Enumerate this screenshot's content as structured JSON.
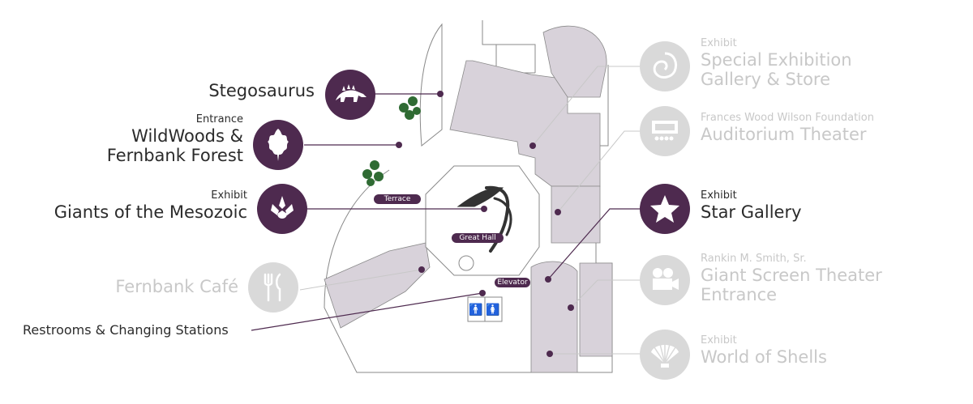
{
  "colors": {
    "accent": "#4e2a4f",
    "building": "#d8d2da",
    "faded": "#c8c8c8",
    "icon_bg_gray": "#d9d9d9",
    "tree": "#2f6b33"
  },
  "labels": {
    "stegosaurus": {
      "title": "Stegosaurus",
      "icon": "stegosaurus-icon"
    },
    "wildwoods": {
      "kicker": "Entrance",
      "title_line1": "WildWoods &",
      "title_line2": "Fernbank Forest",
      "icon": "oak-leaf-icon"
    },
    "giants": {
      "kicker": "Exhibit",
      "title": "Giants of the Mesozoic",
      "icon": "dinosaur-footprint-icon"
    },
    "cafe": {
      "title": "Fernbank Café",
      "icon": "fork-knife-icon"
    },
    "restrooms": {
      "title": "Restrooms & Changing Stations"
    },
    "special": {
      "kicker": "Exhibit",
      "title_line1": "Special Exhibition",
      "title_line2": "Gallery & Store",
      "icon": "nautilus-shell-icon"
    },
    "auditorium": {
      "kicker": "Frances Wood Wilson Foundation",
      "title": "Auditorium Theater",
      "icon": "theater-stage-icon"
    },
    "star": {
      "kicker": "Exhibit",
      "title": "Star Gallery",
      "icon": "star-icon"
    },
    "giant_screen": {
      "kicker": "Rankin M. Smith, Sr.",
      "title_line1": "Giant Screen Theater",
      "title_line2": "Entrance",
      "icon": "movie-camera-icon"
    },
    "shells": {
      "kicker": "Exhibit",
      "title": "World of Shells",
      "icon": "scallop-shell-icon"
    }
  },
  "map_tags": {
    "terrace": "Terrace",
    "great_hall": "Great Hall",
    "elevator": "Elevator"
  }
}
